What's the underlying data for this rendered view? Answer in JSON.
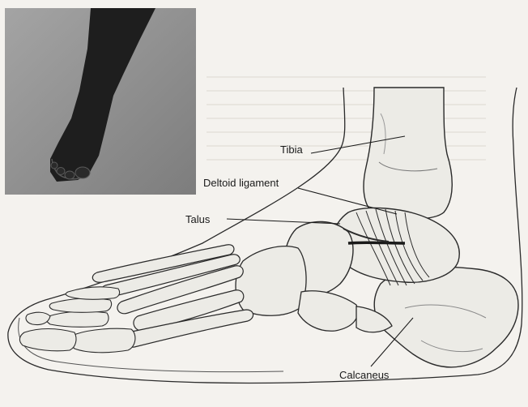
{
  "figure": {
    "labels": {
      "tibia": "Tibia",
      "deltoid_ligament": "Deltoid ligament",
      "talus": "Talus",
      "calcaneus": "Calcaneus"
    },
    "colors": {
      "background": "#f4f2ee",
      "ink": "#2a2a2a",
      "photo_background": "#8e8e8e",
      "photo_skin": "#1e1e1e"
    }
  }
}
